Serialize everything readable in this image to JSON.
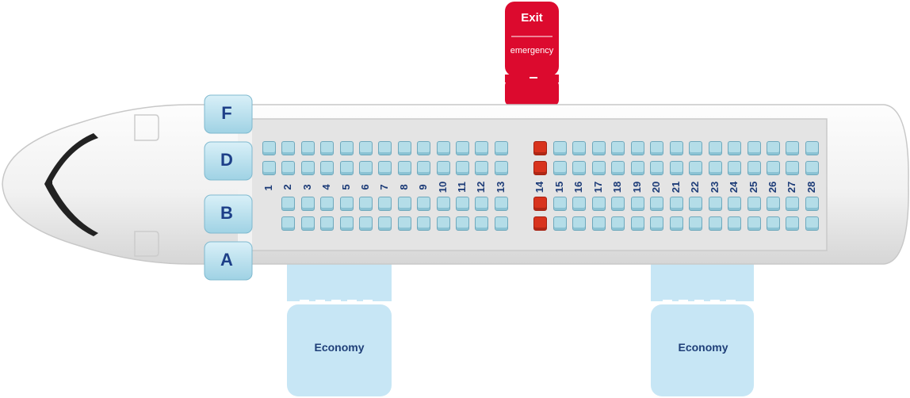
{
  "exit": {
    "title": "Exit",
    "subtitle": "emergency"
  },
  "zones": [
    {
      "label": "Economy"
    },
    {
      "label": "Economy"
    }
  ],
  "seat_letters": [
    "F",
    "D",
    "B",
    "A"
  ],
  "rows": [
    "1",
    "2",
    "3",
    "4",
    "5",
    "6",
    "7",
    "8",
    "9",
    "10",
    "11",
    "12",
    "13",
    "14",
    "15",
    "16",
    "17",
    "18",
    "19",
    "20",
    "21",
    "22",
    "23",
    "24",
    "25",
    "26",
    "27",
    "28"
  ],
  "exit_row": "14",
  "colors": {
    "exit_accent": "#dc0a2e",
    "seat": "#b4dde8",
    "exit_seat": "#d8331d",
    "label_text": "#1d3c78",
    "zone": "#c7e6f5"
  }
}
